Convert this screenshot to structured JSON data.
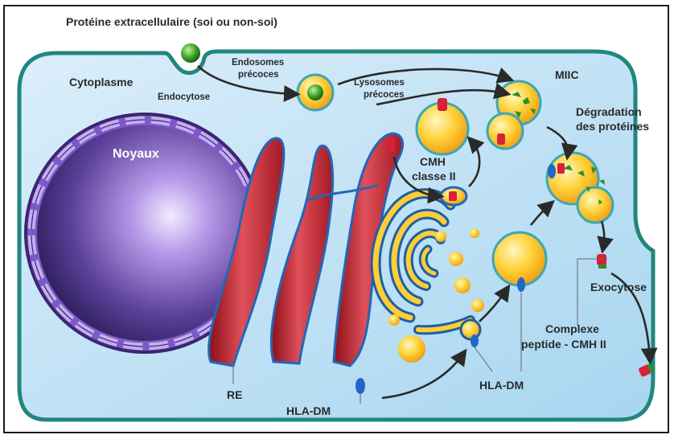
{
  "labels": {
    "extracellular_protein": "Protéine extracellulaire (soi ou non-soi)",
    "cytoplasm": "Cytoplasme",
    "endocytosis": "Endocytose",
    "early_endosomes_1": "Endosomes",
    "early_endosomes_2": "précoces",
    "early_lysosomes_1": "Lysosomes",
    "early_lysosomes_2": "précoces",
    "miic": "MIIC",
    "degradation_1": "Dégradation",
    "degradation_2": "des protéines",
    "nucleus": "Noyaux",
    "mhc_1": "CMH",
    "mhc_2": "classe II",
    "er": "RE",
    "hla_dm_bottom": "HLA-DM",
    "hla_dm_right": "HLA-DM",
    "exocytosis": "Exocytose",
    "complex_1": "Complexe",
    "complex_2": "peptide - CMH II"
  }
}
